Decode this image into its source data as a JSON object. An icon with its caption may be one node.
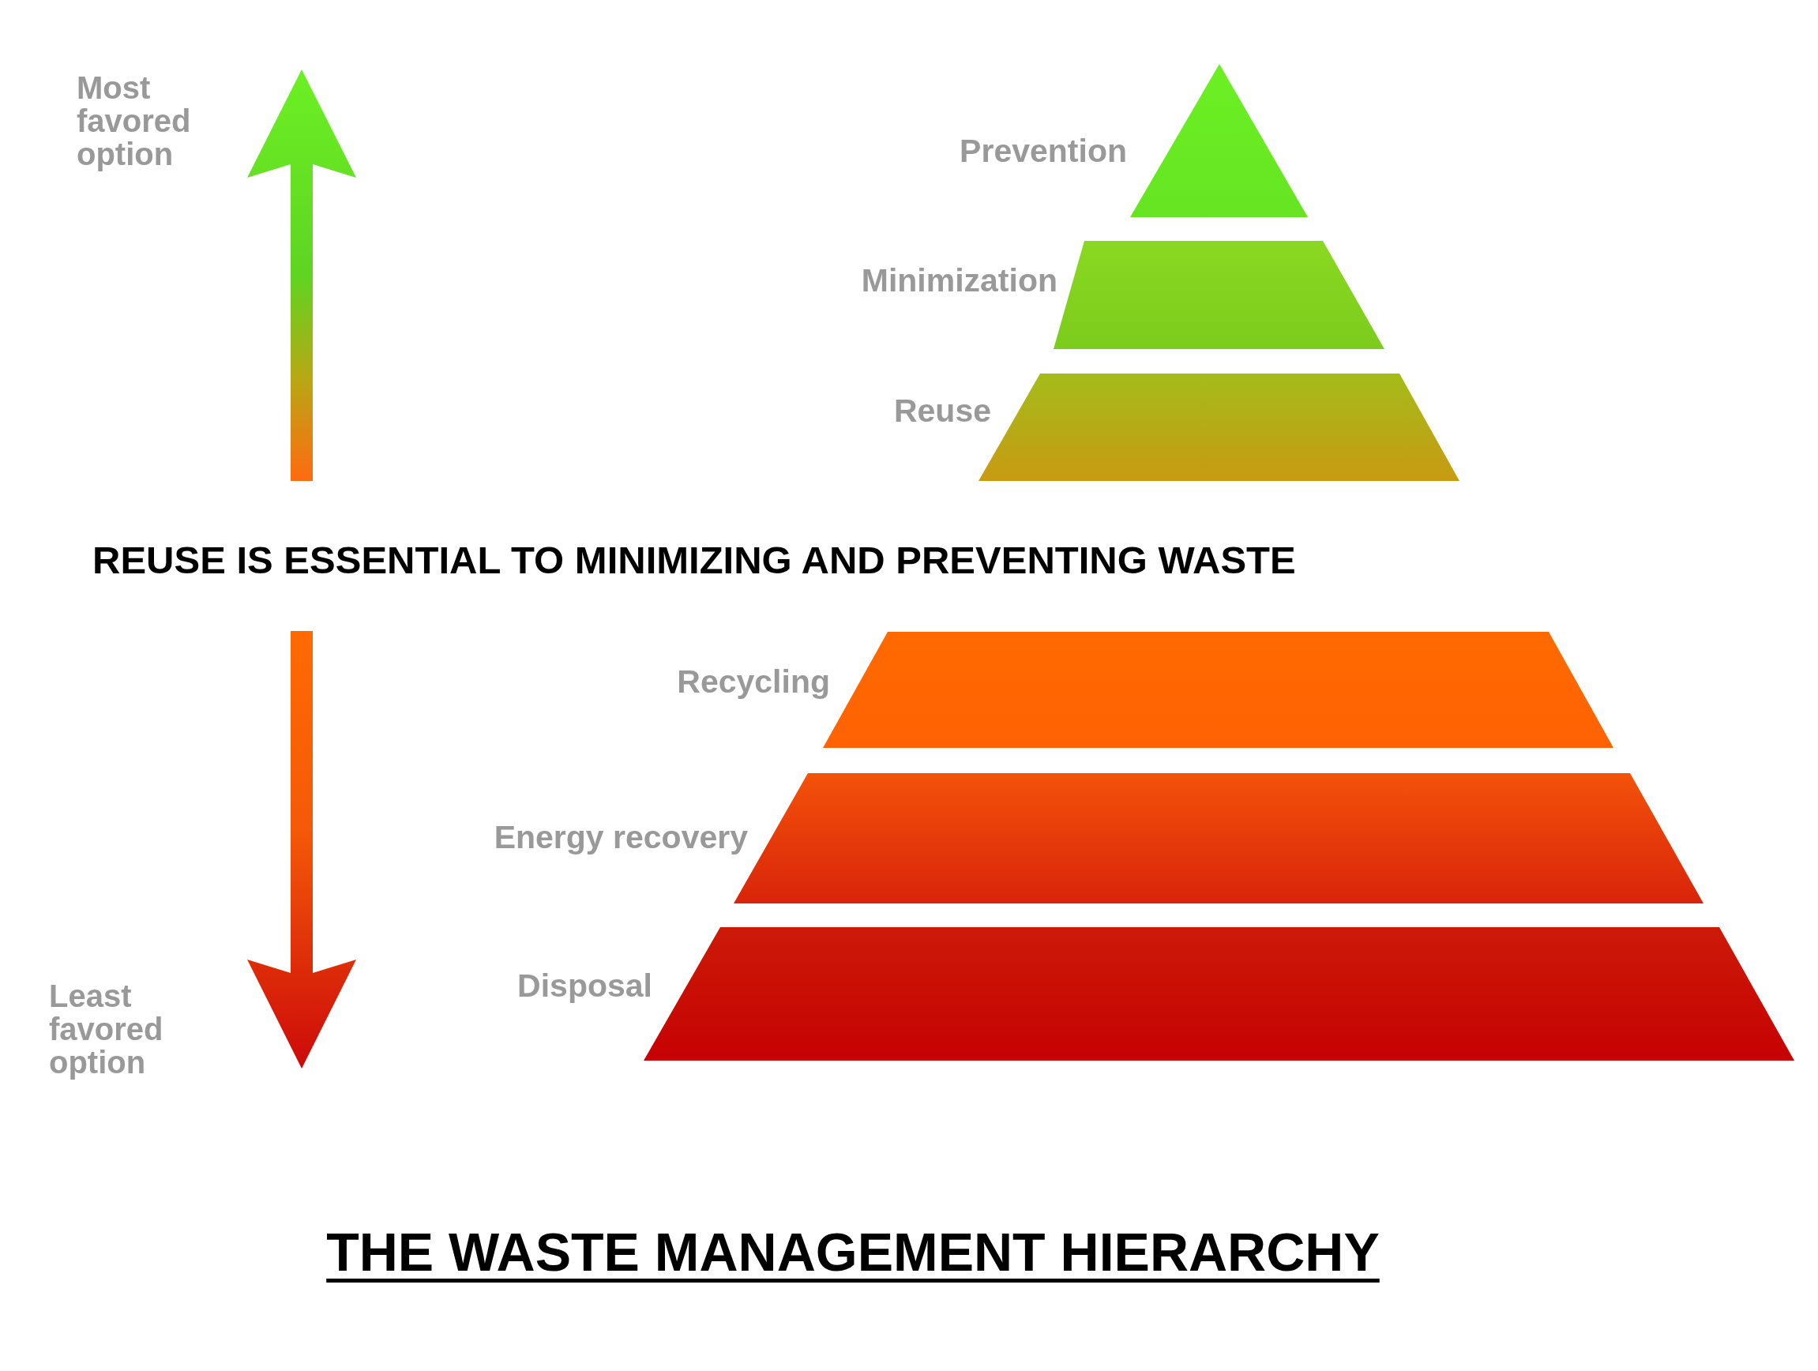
{
  "diagram": {
    "title": "THE WASTE MANAGEMENT HIERARCHY",
    "nodes": [
      {
        "text": [
          "Prevention"
        ]
      },
      {
        "text": [
          "Minimization"
        ]
      },
      {
        "text": [
          "Reuse"
        ]
      },
      {
        "text": [
          "Recycling"
        ]
      },
      {
        "text": [
          "Energy recovery"
        ]
      },
      {
        "text": [
          "Disposal"
        ]
      }
    ],
    "labels": [
      "Most favored option",
      "REUSE IS ESSENTIAL TO MINIMIZING AND PREVENTING WASTE",
      "Least favored option"
    ]
  }
}
